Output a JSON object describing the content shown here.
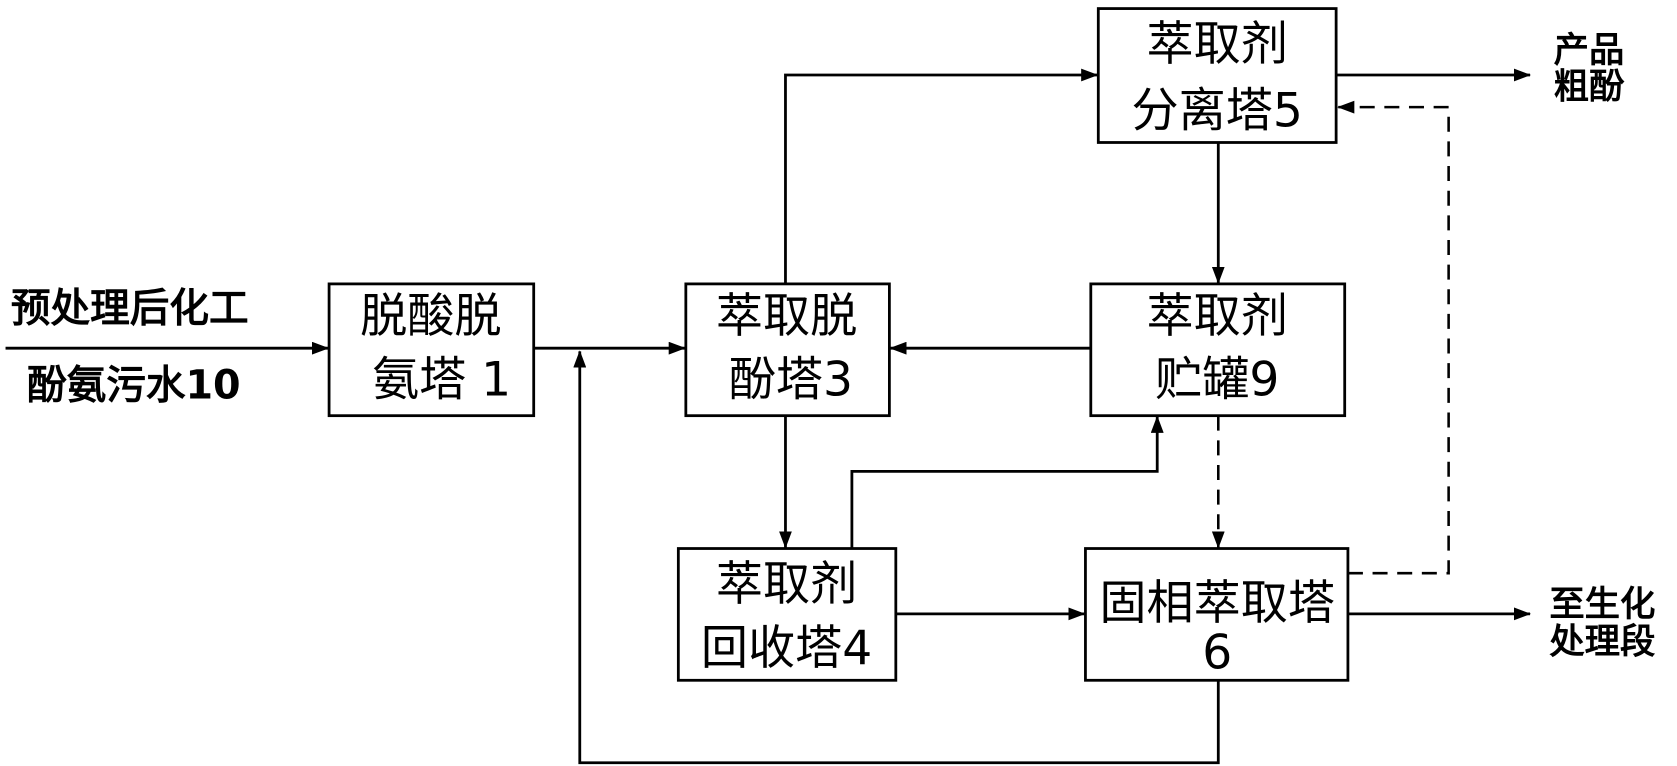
{
  "colors": {
    "stroke": "#000000",
    "background": "#ffffff"
  },
  "inputs": {
    "feed": {
      "line1": "预处理后化工",
      "line2": "酚氨污水10"
    }
  },
  "nodes": {
    "deacid_tower": {
      "line1": "脱酸脱",
      "line2": "氨塔 1"
    },
    "dephenol_tower": {
      "line1": "萃取脱",
      "line2": "酚塔3"
    },
    "separation_tower": {
      "line1": "萃取剂",
      "line2": "分离塔5"
    },
    "storage_tank": {
      "line1": "萃取剂",
      "line2": "贮罐9"
    },
    "recovery_tower": {
      "line1": "萃取剂",
      "line2": "回收塔4"
    },
    "solid_phase_tower": {
      "line1": "固相萃取塔",
      "line2": "6"
    }
  },
  "outputs": {
    "product": {
      "line1": "产品",
      "line2": "粗酚"
    },
    "biochem": {
      "line1": "至生化",
      "line2": "处理段"
    }
  }
}
